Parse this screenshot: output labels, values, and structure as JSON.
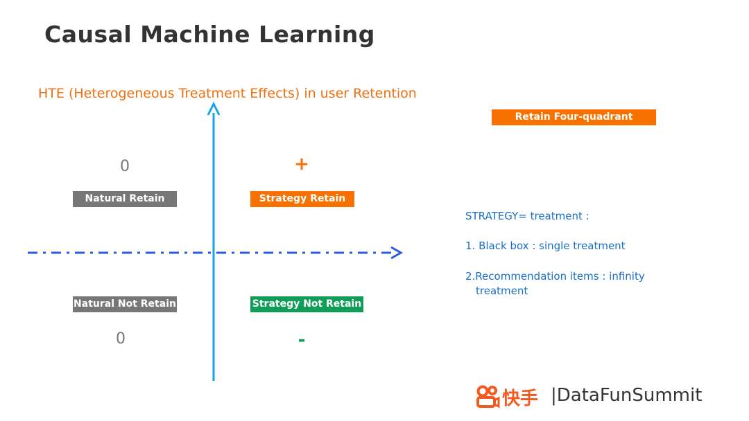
{
  "slide": {
    "title": "Causal Machine Learning",
    "subtitle": "HTE (Heterogeneous Treatment Effects)  in user Retention",
    "legend_box": "Retain Four-quadrant"
  },
  "quadrants": {
    "top_left": {
      "symbol": "0",
      "label": "Natural Retain"
    },
    "top_right": {
      "symbol": "+",
      "label": "Strategy Retain"
    },
    "bottom_left": {
      "symbol": "0",
      "label": "Natural Not Retain"
    },
    "bottom_right": {
      "symbol": "-",
      "label": "Strategy Not Retain"
    }
  },
  "notes": {
    "line1": "STRATEGY= treatment :",
    "line2": "1. Black box : single treatment",
    "line3a": "2.Recommendation items :  infinity",
    "line3b": "treatment"
  },
  "footer": {
    "brand_cn": "快手",
    "brand_en": "|DataFunSummit"
  },
  "colors": {
    "orange": "#f77000",
    "gray": "#777777",
    "green": "#0f9d58",
    "blue_axis": "#1aa3e8",
    "blue_dashed": "#2a5be0",
    "text_blue": "#1a6fc9"
  }
}
